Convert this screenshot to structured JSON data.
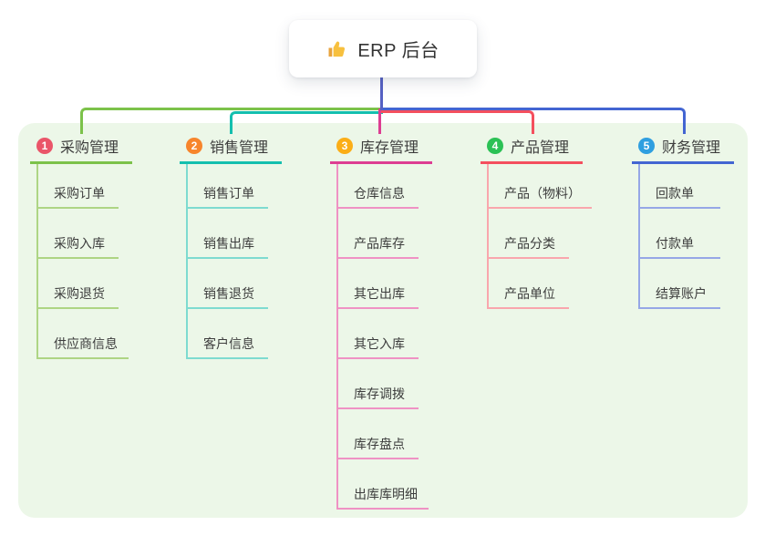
{
  "root": {
    "label": "ERP 后台",
    "icon": "thumbs-up-icon"
  },
  "branches": [
    {
      "index": "1",
      "label": "采购管理",
      "badge_color": "#ea5569",
      "line_color": "#7cc24a",
      "child_line_color": "#aed584",
      "children": [
        "采购订单",
        "采购入库",
        "采购退货",
        "供应商信息"
      ]
    },
    {
      "index": "2",
      "label": "销售管理",
      "badge_color": "#f7852c",
      "line_color": "#14bfae",
      "child_line_color": "#7edbd0",
      "children": [
        "销售订单",
        "销售出库",
        "销售退货",
        "客户信息"
      ]
    },
    {
      "index": "3",
      "label": "库存管理",
      "badge_color": "#fbae17",
      "line_color": "#dd3d92",
      "child_line_color": "#ef92c4",
      "children": [
        "仓库信息",
        "产品库存",
        "其它出库",
        "其它入库",
        "库存调拨",
        "库存盘点",
        "出库库明细"
      ]
    },
    {
      "index": "4",
      "label": "产品管理",
      "badge_color": "#2bc155",
      "line_color": "#f44f5e",
      "child_line_color": "#f9a6ad",
      "children": [
        "产品（物料）",
        "产品分类",
        "产品单位"
      ]
    },
    {
      "index": "5",
      "label": "财务管理",
      "badge_color": "#2f9fe0",
      "line_color": "#4365d2",
      "child_line_color": "#96a7e6",
      "children": [
        "回款单",
        "付款单",
        "结算账户"
      ]
    }
  ],
  "colors": {
    "canvas_bg": "#ffffff",
    "panel_bg": "#ecf7e8",
    "root_trunk": "#5661c4",
    "text": "#3d3d3d"
  }
}
